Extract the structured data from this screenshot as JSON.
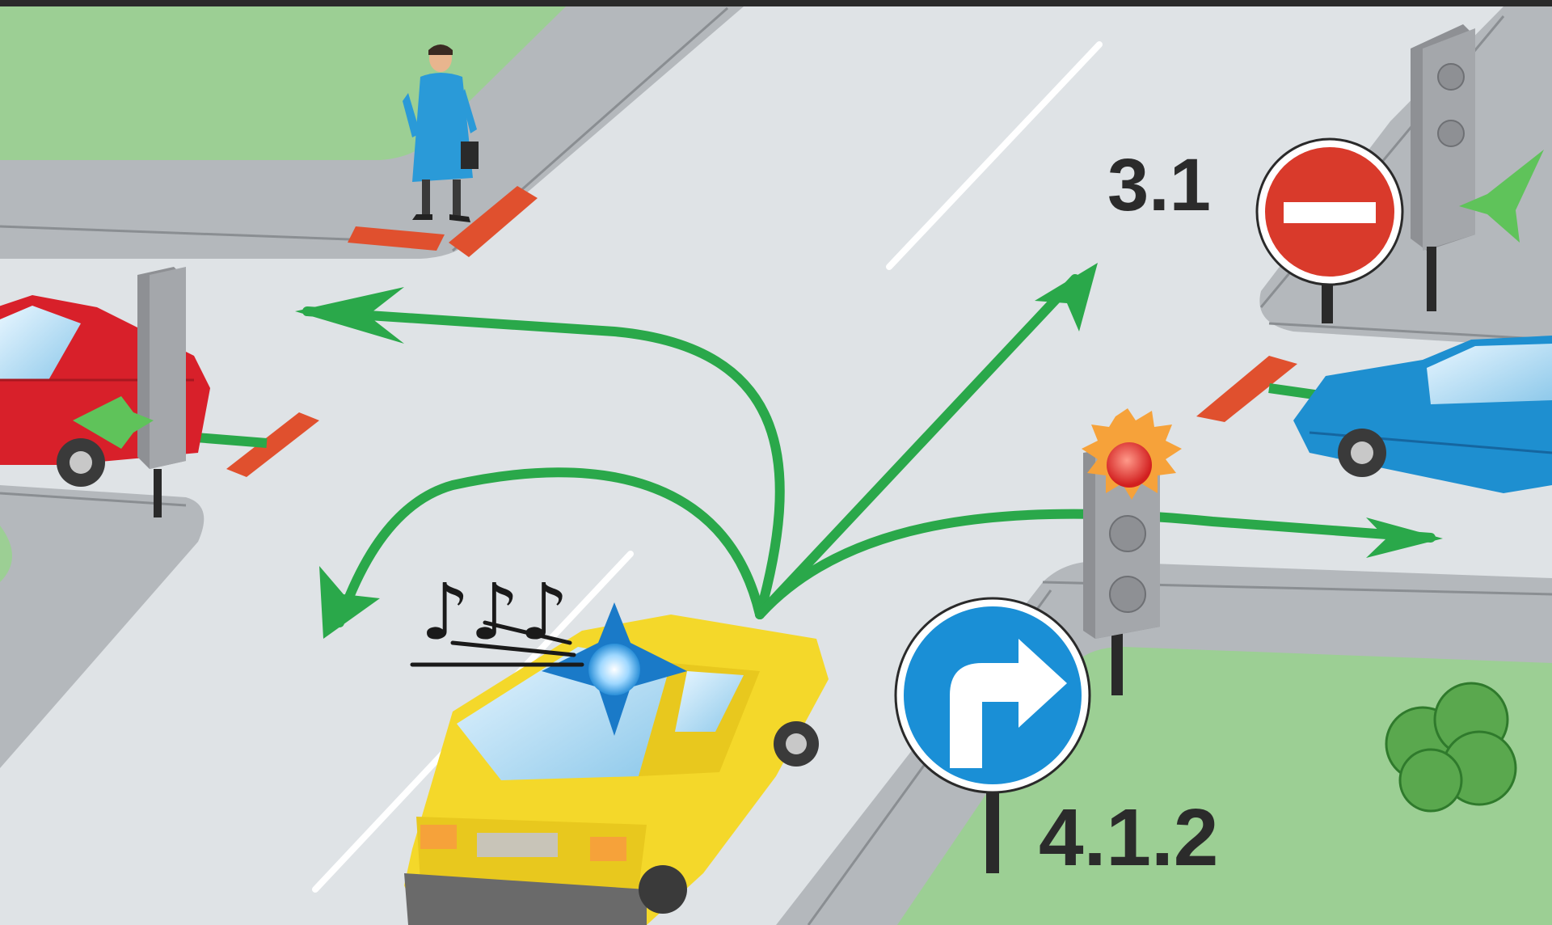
{
  "labels": {
    "no_entry_sign": "3.1",
    "turn_right_sign": "4.1.2"
  },
  "music_notes": "♪♪♪",
  "colors": {
    "road": "#dfe3e6",
    "sidewalk": "#b4b8bc",
    "grass": "#9ccf94",
    "path_arrow": "#2aa84a",
    "crosswalk_mark": "#e0502e",
    "sign_red": "#d93a2b",
    "sign_blue": "#1a8fd6",
    "emergency_car": "#f4d82a",
    "car_left": "#d8202a",
    "car_right": "#1e8fd0",
    "pedestrian_coat": "#2a9ad8"
  },
  "traffic_lights": [
    {
      "position": "left",
      "state": "green-arrow"
    },
    {
      "position": "right-far",
      "state": "green-arrow"
    },
    {
      "position": "center-right",
      "state": "red"
    }
  ],
  "icons": [
    "no-entry-sign",
    "turn-right-only-sign",
    "beacon-light",
    "bush",
    "briefcase"
  ]
}
